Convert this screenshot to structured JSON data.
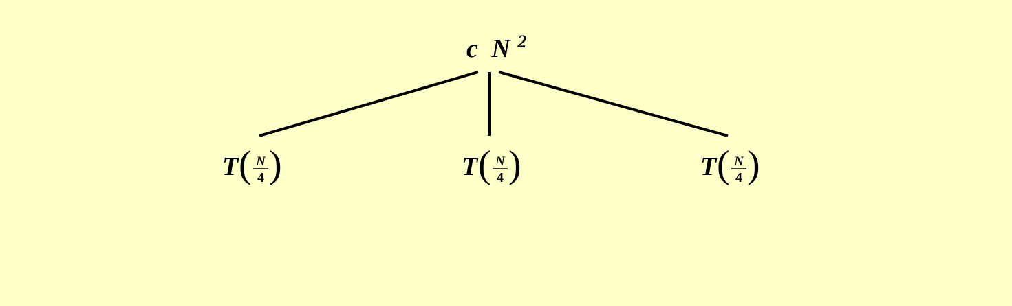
{
  "background_color": "#ffffc8",
  "root": {
    "coefficient": "c",
    "variable": "N",
    "exponent": "2"
  },
  "children": [
    {
      "func": "T",
      "numerator": "N",
      "denominator": "4"
    },
    {
      "func": "T",
      "numerator": "N",
      "denominator": "4"
    },
    {
      "func": "T",
      "numerator": "N",
      "denominator": "4"
    }
  ]
}
